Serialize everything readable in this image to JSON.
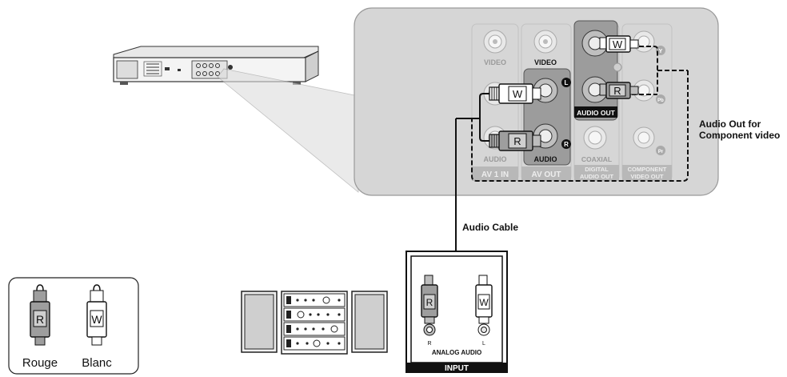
{
  "colors": {
    "panel_fill": "#d6d6d6",
    "panel_stroke": "#9a9a9a",
    "highlight_fill": "#9c9c9c",
    "cable": "#111111",
    "plug_white": "#ffffff",
    "plug_red_fill": "#bdbdbd"
  },
  "panel": {
    "video_label_1": "VIDEO",
    "video_label_2": "VIDEO",
    "audio_label_1": "AUDIO",
    "audio_label_2": "AUDIO",
    "audio_out_label": "AUDIO OUT",
    "coaxial_label": "COAXIAL",
    "av1in_label": "AV 1 IN",
    "avout_label": "AV OUT",
    "digital_label": "DIGITAL",
    "digital_sub_label": "AUDIO OUT",
    "component_label": "COMPONENT",
    "component_sub_label": "VIDEO OUT",
    "plug_w": "W",
    "plug_r": "R",
    "marker_l": "L",
    "marker_r": "R",
    "marker_y": "Y",
    "marker_pb": "Pb",
    "marker_pr": "Pr"
  },
  "callouts": {
    "component_line1": "Audio Out for",
    "component_line2": "Component video",
    "audio_cable": "Audio Cable"
  },
  "stereo_input": {
    "plug_r": "R",
    "plug_w": "W",
    "jack_r": "R",
    "jack_l": "L",
    "analog_audio": "ANALOG AUDIO",
    "input": "INPUT"
  },
  "legend": {
    "red_letter": "R",
    "white_letter": "W",
    "red_name": "Rouge",
    "white_name": "Blanc"
  }
}
